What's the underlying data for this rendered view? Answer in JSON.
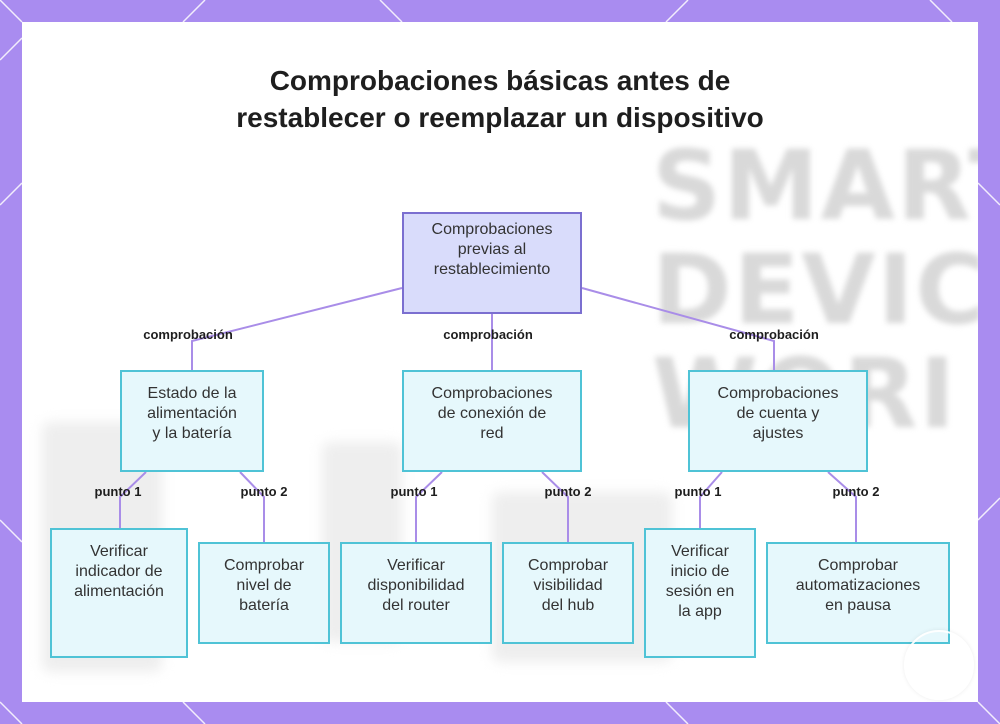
{
  "title": "Comprobaciones básicas antes de restablecer o reemplazar un dispositivo",
  "background_words": [
    "SMART",
    "DEVICE",
    "WORI"
  ],
  "colors": {
    "frame": "#a98cf0",
    "root_fill": "#d9dcfb",
    "root_border": "#7b6fd0",
    "node_fill": "#e6f8fc",
    "node_border": "#4fc3d6",
    "edge": "#a98de8"
  },
  "nodes": {
    "root": "Comprobaciones\nprevias al\nrestablecimiento",
    "power": "Estado de la\nalimentación\ny la batería",
    "network": "Comprobaciones\nde conexión de\nred",
    "account": "Comprobaciones\nde cuenta y\najustes",
    "power_1": "Verificar\nindicador de\nalimentación",
    "power_2": "Comprobar\nnivel de\nbatería",
    "network_1": "Verificar\ndisponibilidad\ndel router",
    "network_2": "Comprobar\nvisibilidad\ndel hub",
    "account_1": "Verificar\ninicio de\nsesión en\nla app",
    "account_2": "Comprobar\nautomatizaciones\nen pausa"
  },
  "edge_labels": {
    "check": "comprobación",
    "point1": "punto 1",
    "point2": "punto 2"
  },
  "icons": {
    "watermark": "home-lock-icon"
  }
}
